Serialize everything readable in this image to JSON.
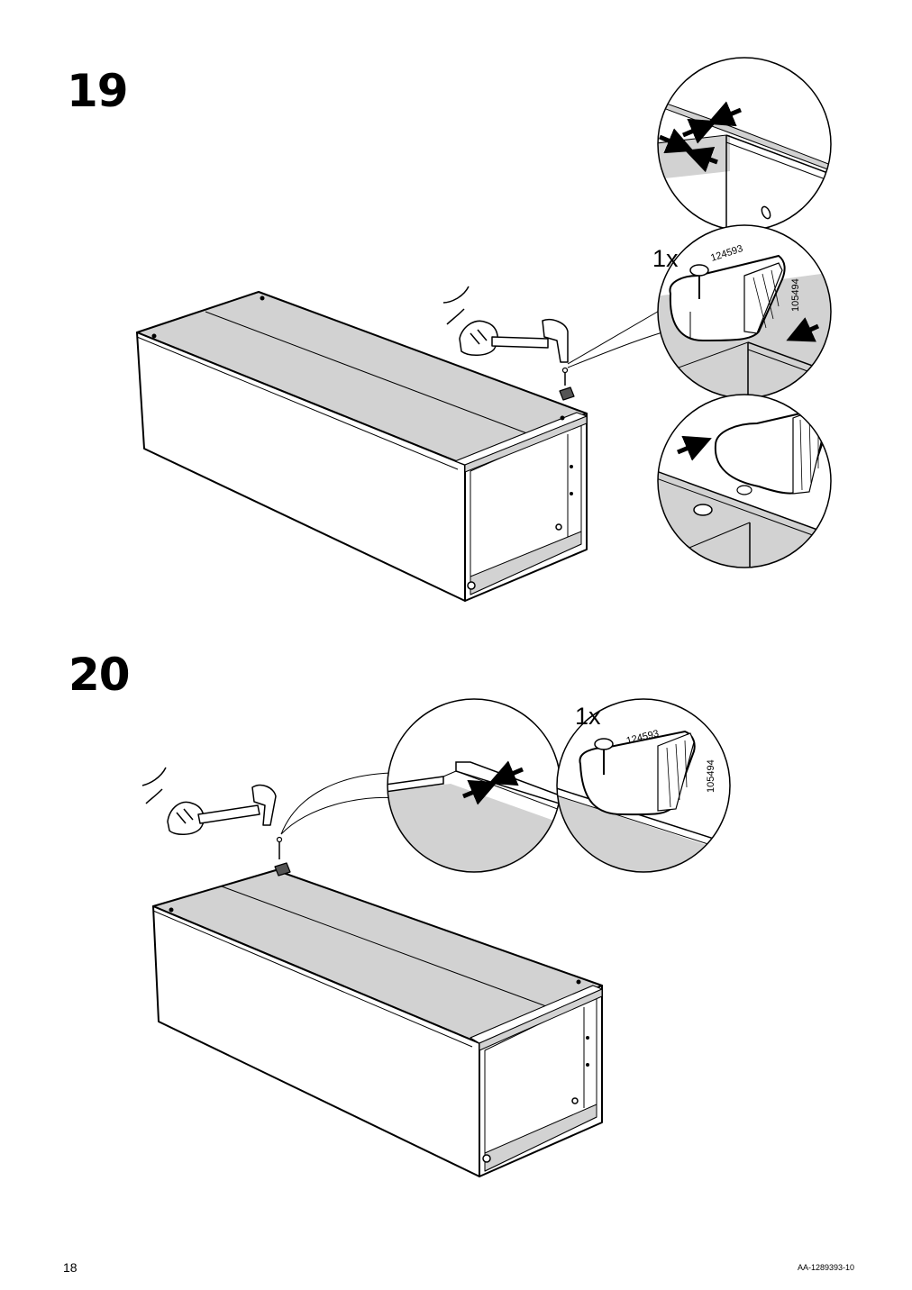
{
  "steps": [
    {
      "number": "19",
      "quantity": "1x",
      "part_a": "124593",
      "part_b": "105494"
    },
    {
      "number": "20",
      "quantity": "1x",
      "part_a": "124593",
      "part_b": "105494"
    }
  ],
  "footer": {
    "page": "18",
    "code": "AA-1289393-10"
  },
  "colors": {
    "panel_gray": "#d2d2d2",
    "line": "#000000"
  }
}
